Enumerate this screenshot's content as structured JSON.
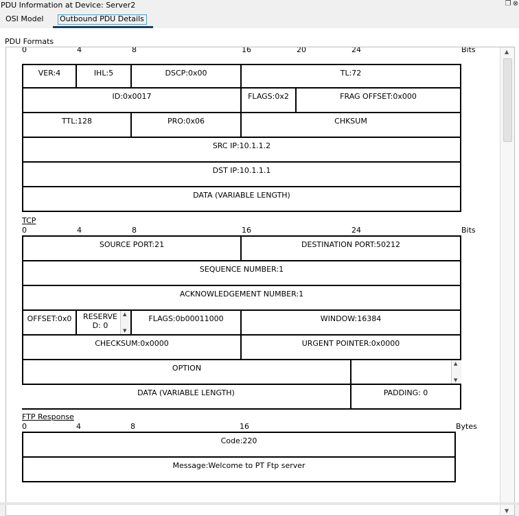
{
  "window": {
    "title": "PDU Information at Device: Server2",
    "restore_icon": "restore-window-icon",
    "close_icon": "close-window-icon"
  },
  "tabs": [
    {
      "label": "OSI Model",
      "selected": false
    },
    {
      "label": "Outbound PDU Details",
      "selected": true
    }
  ],
  "panel": {
    "title": "PDU Formats"
  },
  "ip": {
    "ruler": {
      "ticks": [
        "0",
        "4",
        "8",
        "16",
        "20",
        "24"
      ],
      "unit": "Bits"
    },
    "rows": [
      [
        "VER:4",
        "IHL:5",
        "DSCP:0x00",
        "TL:72"
      ],
      [
        "ID:0x0017",
        "FLAGS:0x2",
        "FRAG OFFSET:0x000"
      ],
      [
        "TTL:128",
        "PRO:0x06",
        "CHKSUM"
      ],
      [
        "SRC IP:10.1.1.2"
      ],
      [
        "DST IP:10.1.1.1"
      ],
      [
        "DATA (VARIABLE LENGTH)"
      ]
    ]
  },
  "tcp": {
    "label": "TCP",
    "ruler": {
      "ticks": [
        "0",
        "4",
        "8",
        "16",
        "24"
      ],
      "unit": "Bits"
    },
    "rows": [
      [
        "SOURCE PORT:21",
        "DESTINATION PORT:50212"
      ],
      [
        "SEQUENCE NUMBER:1"
      ],
      [
        "ACKNOWLEDGEMENT NUMBER:1"
      ],
      [
        "OFFSET:0x0",
        "RESERVED: 0",
        "FLAGS:0b00011000",
        "WINDOW:16384"
      ],
      [
        "CHECKSUM:0x0000",
        "URGENT POINTER:0x0000"
      ],
      [
        "OPTION",
        ""
      ],
      [
        "DATA (VARIABLE LENGTH)",
        "PADDING: 0"
      ]
    ],
    "reserve_line1": "RESERVE",
    "reserve_line2": "D: 0"
  },
  "ftp": {
    "label": "FTP Response",
    "ruler": {
      "ticks": [
        "0",
        "4",
        "8",
        "16"
      ],
      "unit": "Bytes"
    },
    "rows": [
      [
        "Code:220"
      ],
      [
        "Message:Welcome to PT Ftp server"
      ]
    ]
  }
}
